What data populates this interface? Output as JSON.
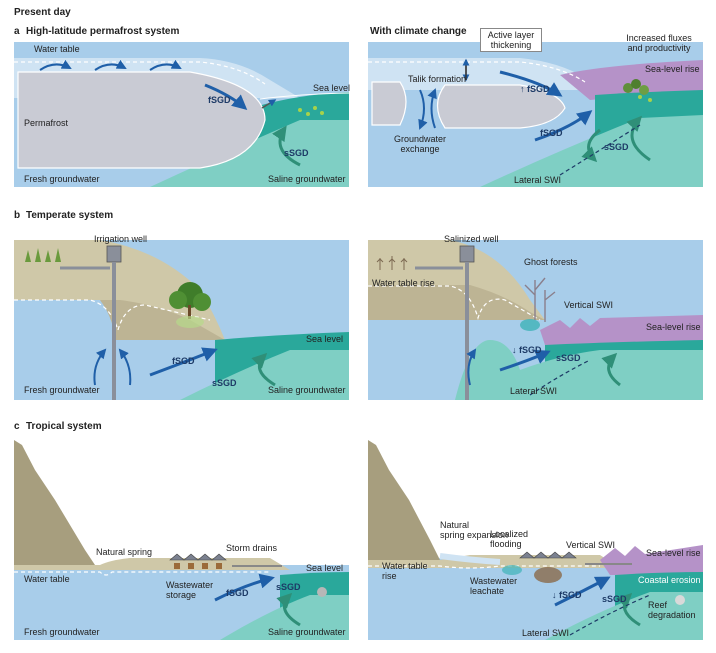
{
  "header": {
    "title": "Present day"
  },
  "section_a": {
    "label": "a",
    "title": "High-latitude permafrost system",
    "right_title": "With climate change",
    "left": {
      "water_table": "Water table",
      "permafrost": "Permafrost",
      "fsgd": "fSGD",
      "sgd": "sSGD",
      "sea_level": "Sea level",
      "fresh": "Fresh groundwater",
      "saline": "Saline groundwater"
    },
    "right": {
      "active_layer_1": "Active layer",
      "active_layer_2": "thickening",
      "fluxes_1": "Increased fluxes",
      "fluxes_2": "and productivity",
      "sea_level_rise": "Sea-level rise",
      "talik": "Talik formation",
      "fsgd_up": "↑ fSGD",
      "gw_exchange_1": "Groundwater",
      "gw_exchange_2": "exchange",
      "fsgd": "fSGD",
      "sgd": "sSGD",
      "lateral_swi": "Lateral SWI"
    }
  },
  "section_b": {
    "label": "b",
    "title": "Temperate system",
    "left": {
      "irrigation_well": "Irrigation well",
      "sea_level": "Sea level",
      "fsgd": "fSGD",
      "sgd": "sSGD",
      "fresh": "Fresh groundwater",
      "saline": "Saline groundwater"
    },
    "right": {
      "salinized_well": "Salinized well",
      "ghost_forests": "Ghost forests",
      "water_table_rise": "Water table rise",
      "vertical_swi": "Vertical SWI",
      "sea_level_rise": "Sea-level rise",
      "fsgd_down": "↓ fSGD",
      "sgd": "sSGD",
      "lateral_swi": "Lateral SWI"
    }
  },
  "section_c": {
    "label": "c",
    "title": "Tropical system",
    "left": {
      "natural_spring": "Natural spring",
      "storm_drains": "Storm drains",
      "sea_level": "Sea level",
      "water_table": "Water table",
      "wastewater_1": "Wastewater",
      "wastewater_2": "storage",
      "fsgd": "fSGD",
      "sgd": "sSGD",
      "fresh": "Fresh groundwater",
      "saline": "Saline groundwater"
    },
    "right": {
      "spring_exp_1": "Natural",
      "spring_exp_2": "spring expansion",
      "localized_1": "Localized",
      "localized_2": "flooding",
      "vertical_swi": "Vertical SWI",
      "sea_level_rise": "Sea-level rise",
      "wt_rise_1": "Water table",
      "wt_rise_2": "rise",
      "leachate_1": "Wastewater",
      "leachate_2": "leachate",
      "fsgd_down": "↓ fSGD",
      "sgd": "sSGD",
      "coastal_erosion": "Coastal erosion",
      "reef_1": "Reef",
      "reef_2": "degradation",
      "lateral_swi": "Lateral SWI"
    }
  },
  "colors": {
    "fresh": "#a8cdea",
    "freshDeep": "#7fb3de",
    "saline": "#7fcfc4",
    "sea": "#2aa89b",
    "seaRise": "#b592c8",
    "land": "#cfc8a8",
    "permafrost": "#c9cbd4",
    "arrow": "#1f5fa8"
  }
}
